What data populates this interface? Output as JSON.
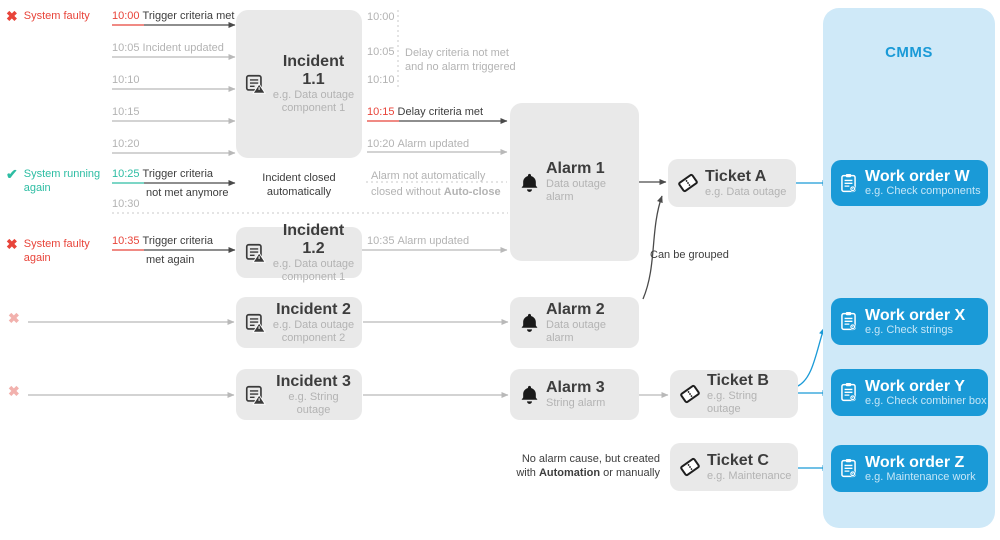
{
  "palette": {
    "red": "#e8443a",
    "teal": "#2dbda3",
    "faded_red": "#f2b1ad",
    "gray_text": "#b3b3b3",
    "dark_text": "#3d3d3d",
    "box_gray": "#e9e9e9",
    "blue": "#1a9ad7",
    "cmms_bg": "#cfe9f8"
  },
  "statuses": [
    {
      "label": "System faulty",
      "state": "faulty"
    },
    {
      "label": "System running again",
      "state": "ok"
    },
    {
      "label": "System faulty again",
      "state": "faulty"
    },
    {
      "label": "",
      "state": "faded"
    },
    {
      "label": "",
      "state": "faded"
    }
  ],
  "timeline_left": {
    "rows": [
      {
        "time": "10:00",
        "label": "Trigger criteria met",
        "label2": ""
      },
      {
        "time": "10:05",
        "label": "Incident updated",
        "label2": ""
      },
      {
        "time": "10:10",
        "label": "",
        "label2": ""
      },
      {
        "time": "10:15",
        "label": "",
        "label2": ""
      },
      {
        "time": "10:20",
        "label": "",
        "label2": ""
      },
      {
        "time": "10:25",
        "label": "Trigger criteria",
        "label2": "not met anymore"
      },
      {
        "time": "10:30",
        "label": "",
        "label2": ""
      },
      {
        "time": "10:35",
        "label": "Trigger criteria",
        "label2": "met again"
      }
    ]
  },
  "timeline_mid": {
    "rows": [
      {
        "time": "10:00",
        "label": ""
      },
      {
        "time": "10:05",
        "label": ""
      },
      {
        "time": "10:10",
        "label": ""
      },
      {
        "time": "10:15",
        "label": "Delay criteria met"
      },
      {
        "time": "10:20",
        "label": "Alarm updated"
      },
      {
        "time": "10:35",
        "label": "Alarm updated"
      }
    ]
  },
  "notes": {
    "delay_not_met_1": "Delay criteria not met",
    "delay_not_met_2": "and no alarm triggered",
    "incident_closed_1": "Incident closed",
    "incident_closed_2": "automatically",
    "alarm_not_closed_1": "Alarm not automatically",
    "alarm_not_closed_2_pre": "closed without ",
    "alarm_not_closed_2_bold": "Auto-close",
    "can_be_grouped": "Can be grouped",
    "no_alarm_1": "No alarm cause, but created",
    "no_alarm_2_pre": "with ",
    "no_alarm_2_bold": "Automation",
    "no_alarm_2_post": " or manually"
  },
  "nodes": {
    "incidents": [
      {
        "title": "Incident 1.1",
        "subtitle": "e.g. Data outage component 1"
      },
      {
        "title": "Incident 1.2",
        "subtitle": "e.g. Data outage component 1"
      },
      {
        "title": "Incident 2",
        "subtitle": "e.g. Data outage component 2"
      },
      {
        "title": "Incident 3",
        "subtitle": "e.g. String outage"
      }
    ],
    "alarms": [
      {
        "title": "Alarm 1",
        "subtitle": "Data outage alarm"
      },
      {
        "title": "Alarm 2",
        "subtitle": "Data outage alarm"
      },
      {
        "title": "Alarm 3",
        "subtitle": "String alarm"
      }
    ],
    "tickets": [
      {
        "title": "Ticket A",
        "subtitle": "e.g. Data outage"
      },
      {
        "title": "Ticket B",
        "subtitle": "e.g. String outage"
      },
      {
        "title": "Ticket C",
        "subtitle": "e.g. Maintenance"
      }
    ],
    "cmms": {
      "title": "CMMS",
      "work_orders": [
        {
          "title": "Work order W",
          "subtitle": "e.g. Check components"
        },
        {
          "title": "Work order X",
          "subtitle": "e.g. Check strings"
        },
        {
          "title": "Work order Y",
          "subtitle": "e.g. Check combiner box"
        },
        {
          "title": "Work order Z",
          "subtitle": "e.g. Maintenance work"
        }
      ]
    }
  }
}
